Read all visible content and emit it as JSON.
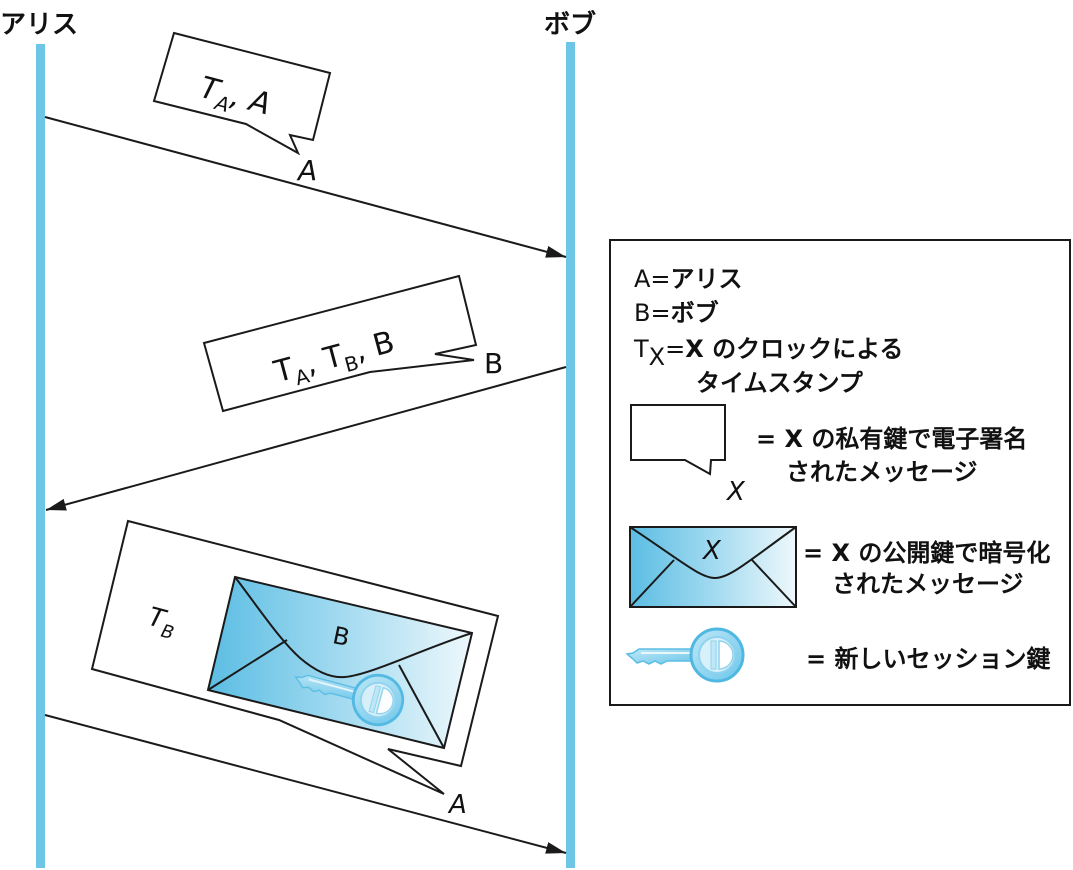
{
  "actors": {
    "alice": "アリス",
    "bob": "ボブ"
  },
  "messages": [
    {
      "direction": "alice-to-bob",
      "signer": "A",
      "content": {
        "t": "T",
        "t_sub": "A",
        "rest": ", A"
      }
    },
    {
      "direction": "bob-to-alice",
      "signer": "B",
      "content": {
        "t1": "T",
        "t1_sub": "A",
        "sep": ", ",
        "t2": "T",
        "t2_sub": "B",
        "rest": ", B"
      }
    },
    {
      "direction": "alice-to-bob",
      "signer": "A",
      "content": {
        "t": "T",
        "t_sub": "B",
        "envelope_label": "B"
      }
    }
  ],
  "legend": {
    "a_key": "A",
    "a_eq": "=",
    "a_val": "アリス",
    "b_key": "B",
    "b_eq": "=",
    "b_val": "ボブ",
    "tx_key": "T",
    "tx_sub": "X",
    "tx_eq": "=",
    "tx_val_line1": "X のクロックによる",
    "tx_val_line2": "タイムスタンプ",
    "signed_label": "X",
    "signed_line1": "= X の私有鍵で電子署名",
    "signed_line2": "されたメッセージ",
    "encrypted_label": "X",
    "encrypted_line1": "= X の公開鍵で暗号化",
    "encrypted_line2": "されたメッセージ",
    "key_line": "= 新しいセッション鍵"
  },
  "colors": {
    "lifeline": "#6EC6E6",
    "envelope_dark": "#5BBDE3",
    "envelope_light": "#EAF6FB",
    "key": "#7FD0EE",
    "line": "#1a1a1a"
  }
}
